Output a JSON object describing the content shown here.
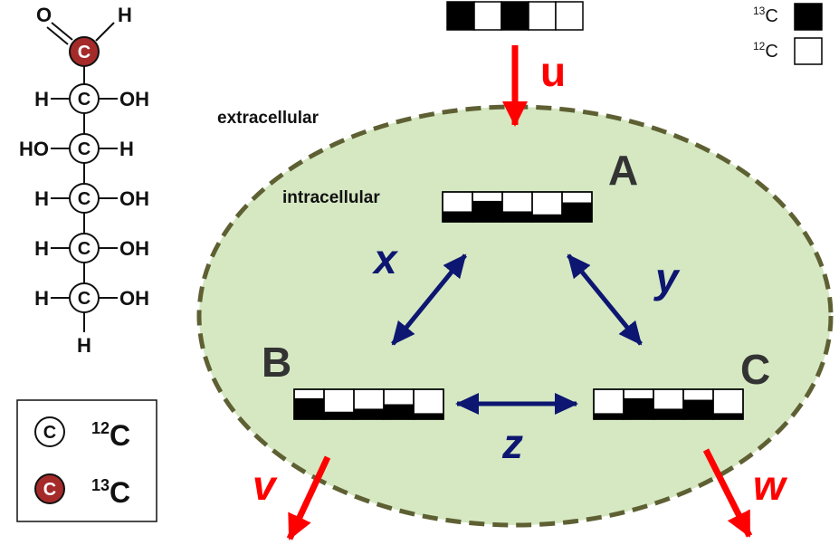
{
  "molecule": {
    "aldehyde_o": "O",
    "aldehyde_h": "H",
    "carbon_symbol": "C",
    "rows": [
      {
        "left": "H",
        "right": "OH"
      },
      {
        "left": "HO",
        "right": "H"
      },
      {
        "left": "H",
        "right": "OH"
      },
      {
        "left": "H",
        "right": "OH"
      },
      {
        "left": "H",
        "right": "OH"
      }
    ],
    "bottom_h": "H"
  },
  "legend_circles": {
    "symbol": "C",
    "c12_mass": "12",
    "c12_element": "C",
    "c13_mass": "13",
    "c13_element": "C"
  },
  "legend_squares": {
    "c13_mass": "13",
    "c13_element": "C",
    "c12_mass": "12",
    "c12_element": "C"
  },
  "cell": {
    "extracellular_label": "extracellular",
    "intracellular_label": "intracellular"
  },
  "pools": {
    "a": "A",
    "b": "B",
    "c": "C"
  },
  "fluxes": {
    "u": "u",
    "v": "v",
    "w": "w",
    "x": "x",
    "y": "y",
    "z": "z"
  },
  "colors": {
    "cell_fill": "#d5e8c2",
    "cell_border": "#5e6033",
    "flux_red": "#ff0000",
    "arrow_navy": "#0d1670",
    "c13_circle": "#a52a2a"
  },
  "input_pattern": [
    1,
    0,
    1,
    0,
    0
  ],
  "isotopomers": {
    "a": [
      0.35,
      0.7,
      0.35,
      0.25,
      0.65
    ],
    "b": [
      0.7,
      0.25,
      0.35,
      0.5,
      0.2
    ],
    "c": [
      0.2,
      0.7,
      0.35,
      0.65,
      0.2
    ]
  }
}
